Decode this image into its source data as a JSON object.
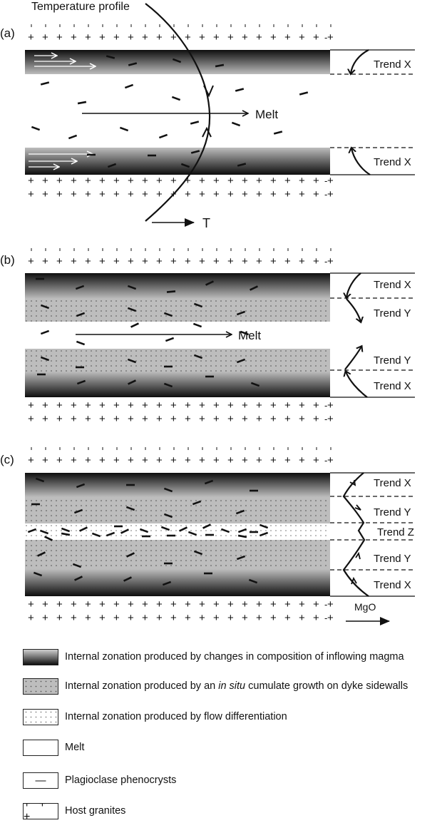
{
  "figure": {
    "panels": [
      {
        "id": "a",
        "label": "(a)",
        "annotations": {
          "temperature_profile": "Temperature profile",
          "melt_arrow": "Melt",
          "temperature_axis": "T"
        },
        "layers": [
          {
            "type": "inflow-gradient",
            "position": "upper"
          },
          {
            "type": "melt",
            "position": "center"
          },
          {
            "type": "inflow-gradient",
            "position": "lower"
          }
        ],
        "trends": [
          {
            "label": "Trend X",
            "direction": "down"
          },
          {
            "label": "Trend X",
            "direction": "up"
          }
        ]
      },
      {
        "id": "b",
        "label": "(b)",
        "annotations": {
          "melt_arrow": "Melt"
        },
        "layers": [
          {
            "type": "inflow-gradient",
            "position": "upper-outer"
          },
          {
            "type": "in-situ-cumulate",
            "position": "upper-inner"
          },
          {
            "type": "melt",
            "position": "center"
          },
          {
            "type": "in-situ-cumulate",
            "position": "lower-inner"
          },
          {
            "type": "inflow-gradient",
            "position": "lower-outer"
          }
        ],
        "trends": [
          {
            "label": "Trend X",
            "direction": "down"
          },
          {
            "label": "Trend Y",
            "direction": "down"
          },
          {
            "label": "Trend Y",
            "direction": "up"
          },
          {
            "label": "Trend X",
            "direction": "up"
          }
        ]
      },
      {
        "id": "c",
        "label": "(c)",
        "annotations": {
          "mgo_axis": "MgO"
        },
        "layers": [
          {
            "type": "inflow-gradient",
            "position": "upper-outer"
          },
          {
            "type": "in-situ-cumulate",
            "position": "upper-inner"
          },
          {
            "type": "flow-differentiation",
            "position": "center"
          },
          {
            "type": "in-situ-cumulate",
            "position": "lower-inner"
          },
          {
            "type": "inflow-gradient",
            "position": "lower-outer"
          }
        ],
        "trends": [
          {
            "label": "Trend X",
            "direction": "down"
          },
          {
            "label": "Trend Y",
            "direction": "down"
          },
          {
            "label": "Trend Z",
            "direction": "zigzag"
          },
          {
            "label": "Trend Y",
            "direction": "up"
          },
          {
            "label": "Trend X",
            "direction": "up"
          }
        ]
      }
    ],
    "legend": [
      {
        "swatch": "inflow-gradient",
        "text_pre": "Internal zonation produced by changes in composition of inflowing magma",
        "text_em": "",
        "text_post": ""
      },
      {
        "swatch": "in-situ-cumulate",
        "text_pre": "Internal zonation produced by an ",
        "text_em": "in situ",
        "text_post": " cumulate growth on dyke sidewalls"
      },
      {
        "swatch": "flow-differentiation",
        "text_pre": "Internal zonation produced by flow differentiation",
        "text_em": "",
        "text_post": ""
      },
      {
        "swatch": "melt",
        "text_pre": "Melt",
        "text_em": "",
        "text_post": ""
      },
      {
        "swatch": "plagioclase",
        "swatch_symbol": "—",
        "text_pre": "Plagioclase phenocrysts",
        "text_em": "",
        "text_post": ""
      },
      {
        "swatch": "granite",
        "swatch_symbol": "+ + +",
        "text_pre": "Host granites",
        "text_em": "",
        "text_post": ""
      }
    ]
  },
  "colors": {
    "ink": "#111111",
    "cumulate_gray": "#bdbdbd",
    "gradient_light": "#cfcfcf",
    "gradient_dark": "#101010"
  }
}
